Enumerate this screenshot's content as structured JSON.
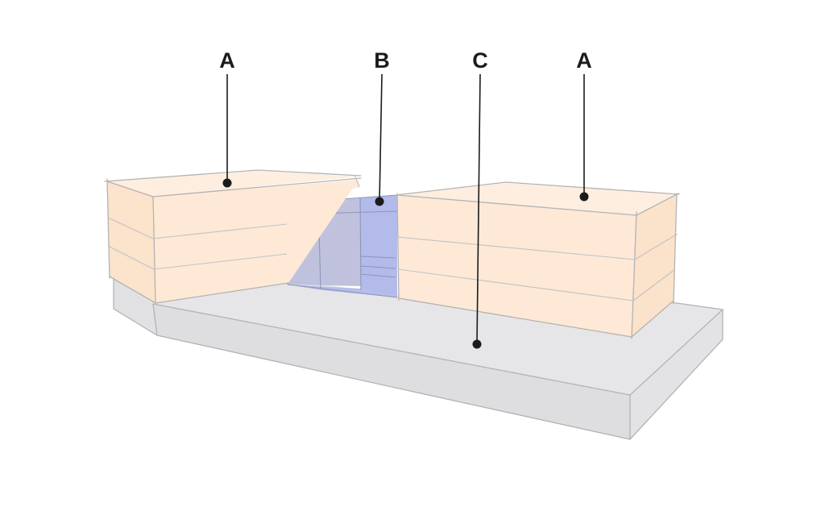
{
  "diagram": {
    "labels": {
      "a_left": "A",
      "b": "B",
      "c": "C",
      "a_right": "A"
    }
  },
  "colors": {
    "block_fill": "#fde9d6",
    "connector_fill": "#b8bfe6",
    "podium_fill": "#e6e6e8",
    "edge": "#b3b3b3",
    "leader": "#1b1b1b"
  }
}
